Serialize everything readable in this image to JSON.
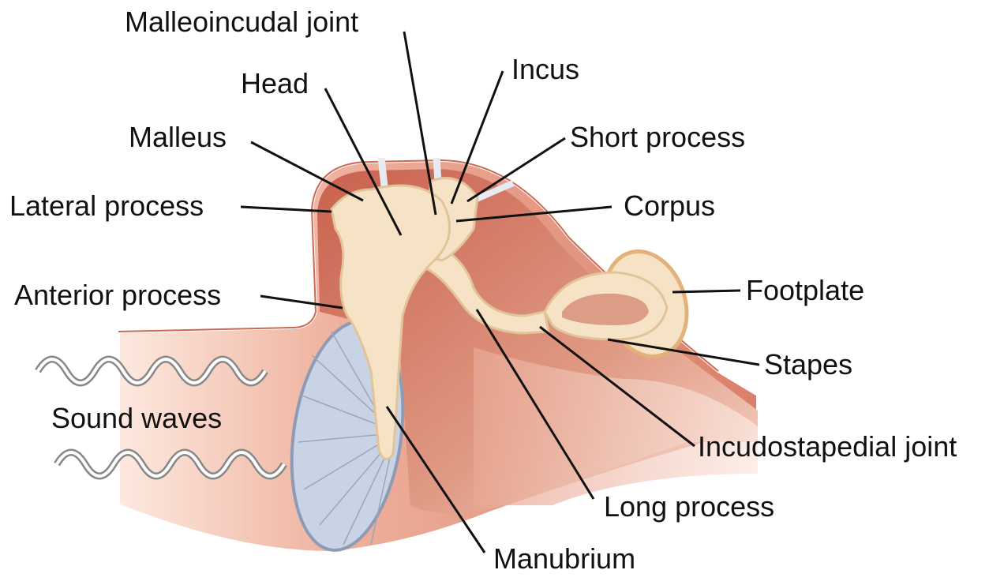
{
  "labels": {
    "malleoincudal_joint": "Malleoincudal joint",
    "head": "Head",
    "incus": "Incus",
    "malleus": "Malleus",
    "short_process": "Short process",
    "lateral_process": "Lateral process",
    "corpus": "Corpus",
    "anterior_process": "Anterior process",
    "footplate": "Footplate",
    "stapes": "Stapes",
    "sound_waves": "Sound waves",
    "incudostapedial_joint": "Incudostapedial joint",
    "long_process": "Long process",
    "manubrium": "Manubrium"
  },
  "colors": {
    "tissue": "#d9806a",
    "tissue_light": "#f3c8b8",
    "bone": "#f6e3c6",
    "bone_edge": "#e2c49a",
    "membrane": "#c8d3e6",
    "membrane_edge": "#8f9bb4",
    "wave": "#888888"
  }
}
